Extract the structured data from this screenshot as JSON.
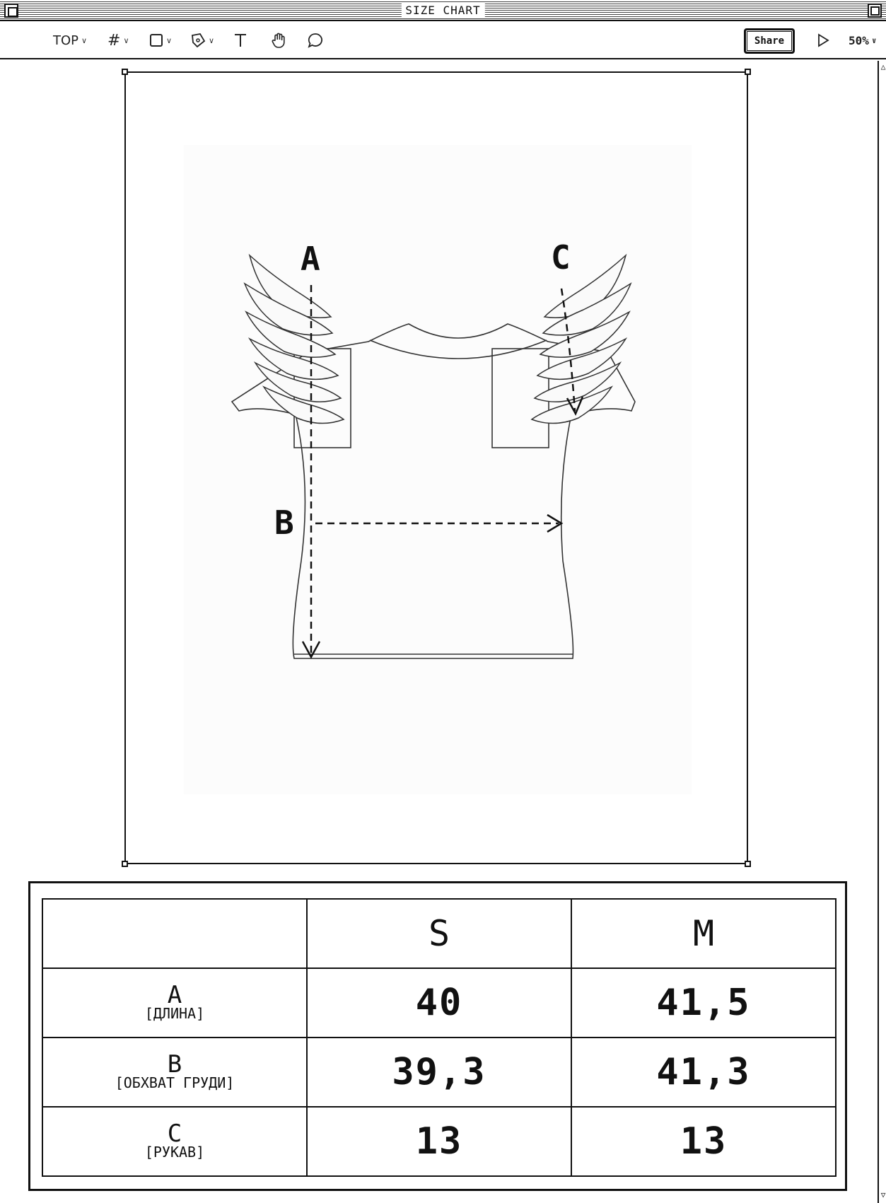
{
  "window": {
    "title": "SIZE CHART"
  },
  "toolbar": {
    "frame_tool": "TOP",
    "grid_icon": "grid-icon",
    "shape_icon": "rectangle-icon",
    "pen_icon": "pen-icon",
    "text_icon": "text-icon",
    "hand_icon": "hand-icon",
    "comment_icon": "comment-icon",
    "share": "Share",
    "play_icon": "play-icon",
    "zoom": "50%"
  },
  "diagram": {
    "label_a": "A",
    "label_b": "B",
    "label_c": "C"
  },
  "size_table": {
    "columns": [
      "",
      "S",
      "M"
    ],
    "rows": [
      {
        "letter": "A",
        "name": "[ДЛИНА]",
        "values": [
          "40",
          "41,5"
        ]
      },
      {
        "letter": "B",
        "name": "[ОБХВАТ ГРУДИ]",
        "values": [
          "39,3",
          "41,3"
        ]
      },
      {
        "letter": "C",
        "name": "[РУКАВ]",
        "values": [
          "13",
          "13"
        ]
      }
    ]
  }
}
